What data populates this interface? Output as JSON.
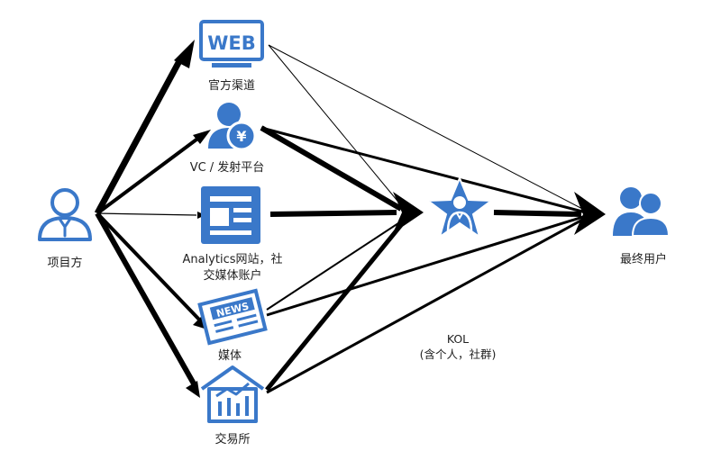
{
  "nodes": {
    "project": {
      "label": "项目方"
    },
    "web": {
      "label": "官方渠道",
      "icon_text": "WEB"
    },
    "vc": {
      "label": "VC / 发射平台",
      "icon_text": "¥"
    },
    "analytics": {
      "label_line1": "Analytics网站，社",
      "label_line2": "交媒体账户"
    },
    "media": {
      "label": "媒体",
      "icon_text": "NEWS"
    },
    "exchange": {
      "label": "交易所"
    },
    "kol": {
      "label_line1": "KOL",
      "label_line2": "(含个人，社群)"
    },
    "end_users": {
      "label": "最终用户"
    }
  },
  "colors": {
    "icon_blue": "#3a78c9",
    "arrow_black": "#000000",
    "text": "#222222"
  }
}
